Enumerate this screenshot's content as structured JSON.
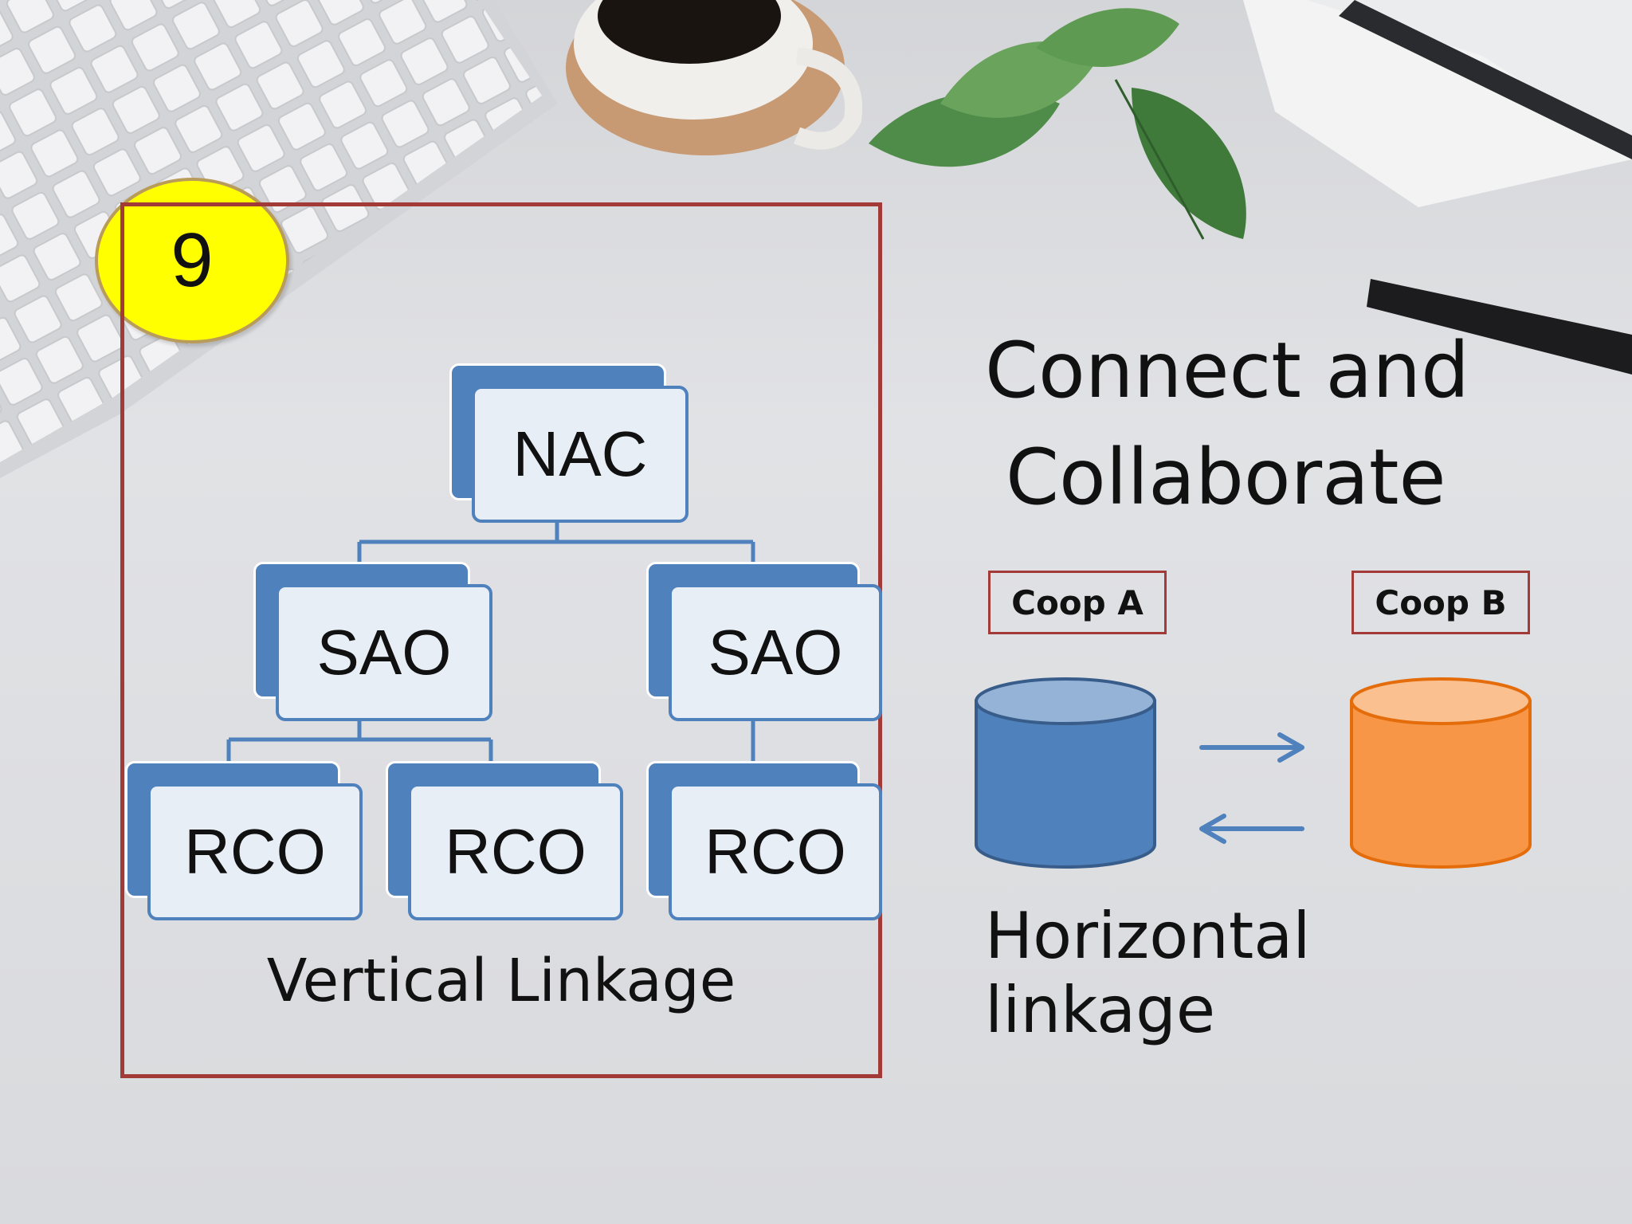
{
  "badge": {
    "number": "9"
  },
  "vertical": {
    "nodes": {
      "top": "NAC",
      "mid_left": "SAO",
      "mid_right": "SAO",
      "bottom_1": "RCO",
      "bottom_2": "RCO",
      "bottom_3": "RCO"
    },
    "caption": "Vertical Linkage"
  },
  "horizontal": {
    "title_line1": "Connect and",
    "title_line2": "Collaborate",
    "coop_a": "Coop A",
    "coop_b": "Coop B",
    "caption": "Horizontal linkage"
  },
  "colors": {
    "node_blue": "#4f81bd",
    "frame_red": "#a23b38",
    "badge_yellow": "#ffff00",
    "cylinder_a": "#4f81bd",
    "cylinder_b": "#f79646"
  }
}
